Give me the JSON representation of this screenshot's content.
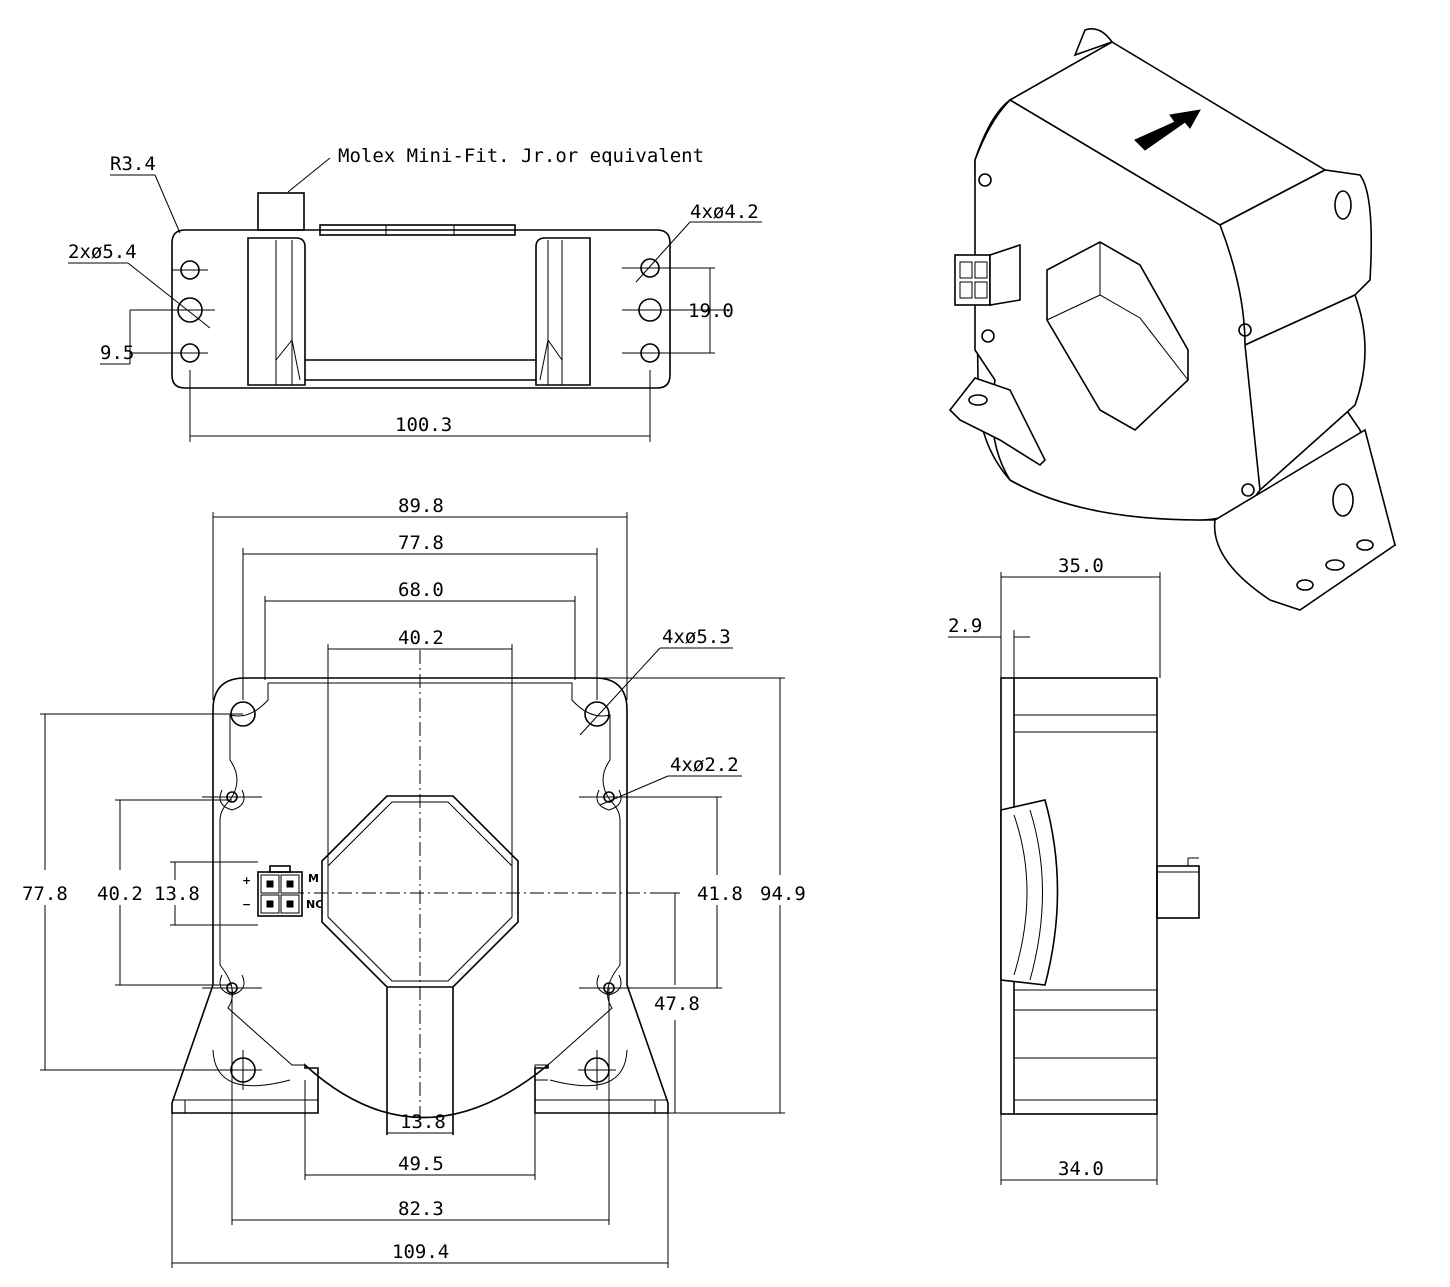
{
  "top_view": {
    "connector_note": "Molex Mini-Fit. Jr.or equivalent",
    "radius": "R3.4",
    "holes_left": "2xø5.4",
    "holes_right": "4xø4.2",
    "pitch_small": "9.5",
    "pitch_right": "19.0",
    "width": "100.3"
  },
  "front_view": {
    "w_89_8": "89.8",
    "w_77_8": "77.8",
    "w_68_0": "68.0",
    "w_40_2": "40.2",
    "holes_53": "4xø5.3",
    "holes_22": "4xø2.2",
    "h_77_8": "77.8",
    "h_40_2": "40.2",
    "h_13_8": "13.8",
    "h_41_8": "41.8",
    "h_94_9": "94.9",
    "h_47_8": "47.8",
    "b_13_8": "13.8",
    "b_49_5": "49.5",
    "b_82_3": "82.3",
    "b_109_4": "109.4",
    "conn_plus": "+",
    "conn_minus": "−",
    "conn_m": "M",
    "conn_nc": "NC"
  },
  "side_view": {
    "depth": "35.0",
    "offset": "2.9",
    "base": "34.0"
  }
}
